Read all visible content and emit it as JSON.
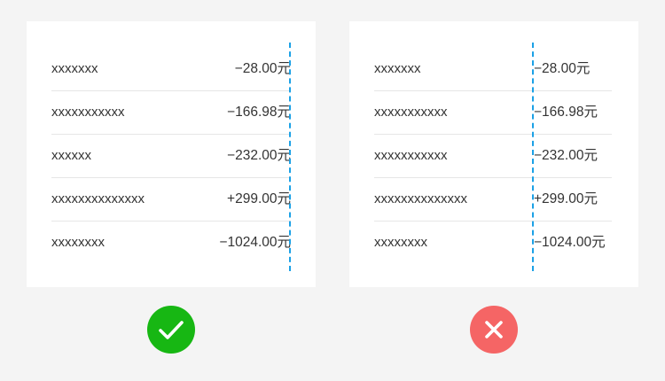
{
  "correct_example": {
    "rows": [
      {
        "label": "xxxxxxx",
        "amount": "−28.00元"
      },
      {
        "label": "xxxxxxxxxxx",
        "amount": "−166.98元"
      },
      {
        "label": "xxxxxx",
        "amount": "−232.00元"
      },
      {
        "label": "xxxxxxxxxxxxxx",
        "amount": "+299.00元"
      },
      {
        "label": "xxxxxxxx",
        "amount": "−1024.00元"
      }
    ],
    "alignment": "right",
    "verdict_icon": "checkmark-icon",
    "verdict_color": "#17b713"
  },
  "incorrect_example": {
    "rows": [
      {
        "label": "xxxxxxx",
        "amount": "−28.00元"
      },
      {
        "label": "xxxxxxxxxxx",
        "amount": "−166.98元"
      },
      {
        "label": "xxxxxxxxxxx",
        "amount": "−232.00元"
      },
      {
        "label": "xxxxxxxxxxxxxx",
        "amount": "+299.00元"
      },
      {
        "label": "xxxxxxxx",
        "amount": "−1024.00元"
      }
    ],
    "alignment": "left",
    "verdict_icon": "cross-icon",
    "verdict_color": "#f56565"
  },
  "colors": {
    "background": "#f4f4f4",
    "panel": "#ffffff",
    "guide_line": "#1ba1e6",
    "divider": "#e6e6e6",
    "text": "#333333"
  }
}
